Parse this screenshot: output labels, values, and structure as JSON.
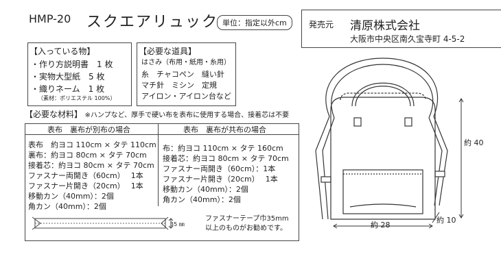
{
  "header": {
    "code": "HMP-20",
    "title": "スクエアリュック",
    "unit_note": "単位：指定以外cm"
  },
  "seller": {
    "label": "発売元",
    "company": "清原株式会社",
    "address": "大阪市中央区南久宝寺町 4-5-2"
  },
  "contents": {
    "title": "【入っている物】",
    "items": [
      "・作り方説明書　1 枚",
      "・実物大型紙　5 枚",
      "・織りネーム　1 枚"
    ],
    "note": "（素材：ポリエステル 100%）"
  },
  "tools": {
    "title": "【必要な道具】",
    "lines": [
      "はさみ（布用・紙用・糸用）",
      "糸　チャコペン　縫い針",
      "マチ針　ミシン　定規",
      "アイロン・アイロン台など"
    ]
  },
  "materials": {
    "heading": "【必要な材料】",
    "note": "※ハンプなど、厚手で硬い布を表布に使用する場合、接着芯は不要",
    "left": {
      "header": "表布　裏布が別布の場合",
      "lines": [
        "表布　約ヨコ 110cm × タテ 110cm",
        "裏布：約ヨコ 80cm × タテ 70cm",
        "接着芯：約ヨコ 80cm × タテ 70cm",
        "ファスナー両開き（60cm）　 1本",
        "ファスナー片開き（20cm）　 1本",
        "移動カン（40mm）：2個",
        "角カン（40mm）：2個"
      ]
    },
    "right": {
      "header": "表布　裏布が共布の場合",
      "lines": [
        "布：約ヨコ 110cm × タテ 160cm",
        "接着芯：約ヨコ 80cm × タテ 70cm",
        "ファスナー両開き（60cm）：1本",
        "ファスナー片開き（20cm）　 1本",
        "移動カン（40mm）：2個",
        "角カン（40mm）：2個"
      ]
    },
    "zipper_width": "35 ㎜",
    "zipper_note": [
      "ファスナーテープ巾35mm",
      "以上のものがお勧めです。"
    ]
  },
  "bag_dimensions": {
    "height": "約 40",
    "width": "約 28",
    "depth": "約 10"
  }
}
